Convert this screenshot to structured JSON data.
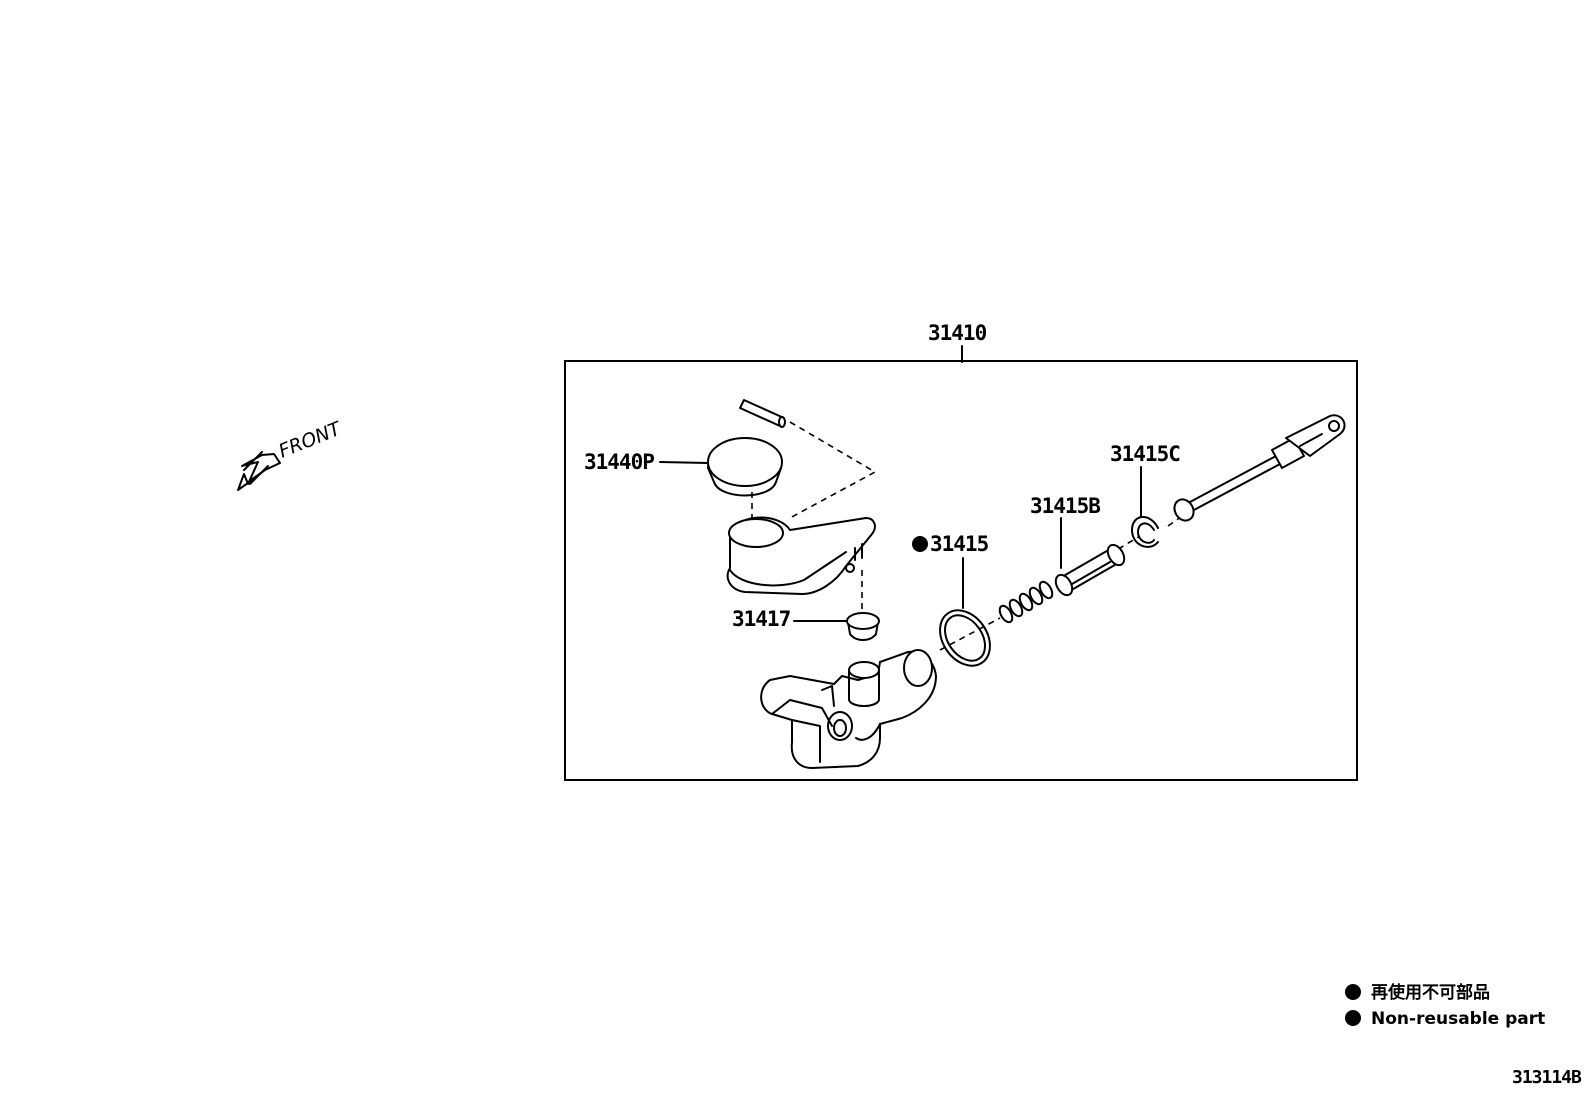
{
  "diagram": {
    "assembly_label": "31410",
    "front_label": "FRONT",
    "parts": {
      "reservoir_cap": "31440P",
      "grommet": "31417",
      "o_ring": "31415",
      "piston": "31415B",
      "snap_ring": "31415C"
    },
    "legend": {
      "japanese": "再使用不可部品",
      "english": "Non-reusable part"
    },
    "figure_code": "313114B"
  }
}
